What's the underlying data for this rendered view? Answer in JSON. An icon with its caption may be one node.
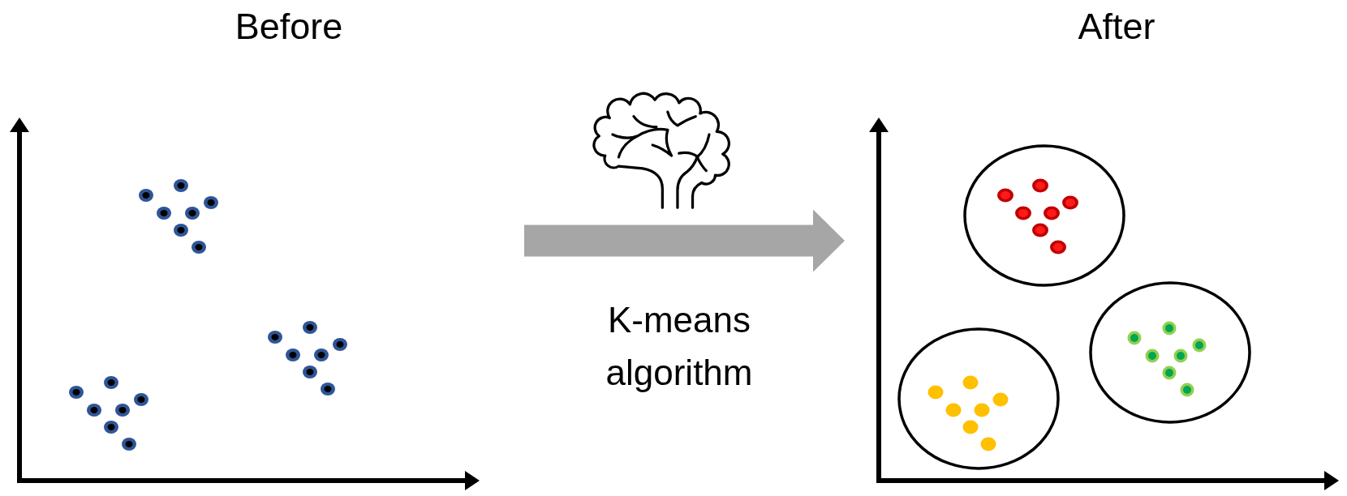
{
  "diagram": {
    "nodes": [
      {
        "text": [
          "Before"
        ]
      },
      {
        "text": [
          "After"
        ]
      },
      {
        "text": [],
        "shape": "circle",
        "in": 1
      },
      {
        "text": [],
        "shape": "circle",
        "in": 1
      },
      {
        "text": [],
        "shape": "circle",
        "in": 1
      }
    ],
    "edges": [
      {
        "from": 0,
        "to": 1,
        "arrow": "to",
        "label": "K-means algorithm",
        "style": "thick"
      }
    ]
  }
}
